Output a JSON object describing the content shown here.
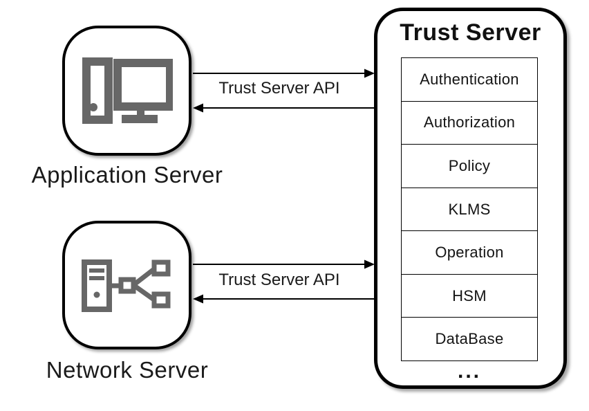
{
  "nodes": {
    "application": {
      "label": "Application Server",
      "icon": "desktop-computer-icon"
    },
    "network": {
      "label": "Network Server",
      "icon": "network-topology-icon"
    }
  },
  "trust_server": {
    "title": "Trust Server",
    "modules": [
      "Authentication",
      "Authorization",
      "Policy",
      "KLMS",
      "Operation",
      "HSM",
      "DataBase"
    ],
    "more": "..."
  },
  "connections": {
    "app_api_label": "Trust Server API",
    "net_api_label": "Trust Server API"
  },
  "colors": {
    "icon_gray": "#676767",
    "stroke_black": "#000000",
    "text": "#1a1a1a"
  }
}
